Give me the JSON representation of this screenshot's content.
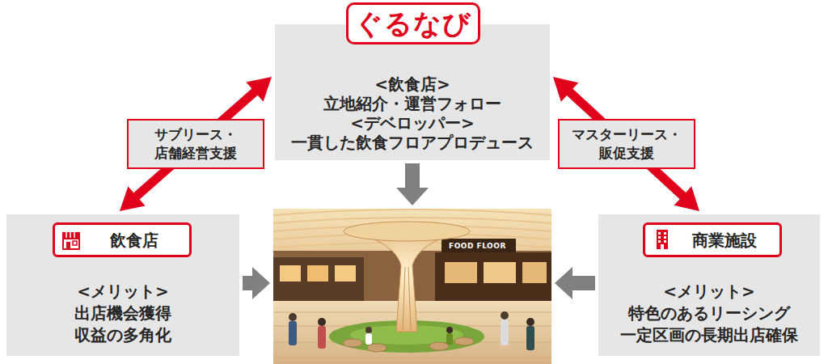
{
  "diagram": {
    "nodes": [
      {
        "text": [
          "<飲食店>",
          "立地紹介・運営フォロー",
          "<デベロッパー>",
          "一貫した飲食フロアプロデュース"
        ]
      },
      {
        "text": [
          "ぐるなび"
        ],
        "in": 0
      },
      {
        "text": [
          "<メリット>",
          "出店機会獲得",
          "収益の多角化"
        ]
      },
      {
        "text": [
          "飲食店"
        ],
        "in": 2
      },
      {
        "text": [
          "FOOD FLOOR"
        ]
      },
      {
        "text": [
          "<メリット>",
          "特色のあるリーシング",
          "一定区画の長期出店確保"
        ]
      },
      {
        "text": [
          "商業施設"
        ],
        "in": 5
      }
    ],
    "edges": [
      {
        "from": 0,
        "to": 2,
        "arrow": "both",
        "label": "サブリース・ 店舗経営支援"
      },
      {
        "from": 0,
        "to": 5,
        "arrow": "both",
        "label": "マスターリース・ 販促支援"
      },
      {
        "from": 0,
        "to": 4,
        "arrow": "to"
      },
      {
        "from": 2,
        "to": 4,
        "arrow": "to"
      },
      {
        "from": 5,
        "to": 4,
        "arrow": "to"
      }
    ]
  }
}
